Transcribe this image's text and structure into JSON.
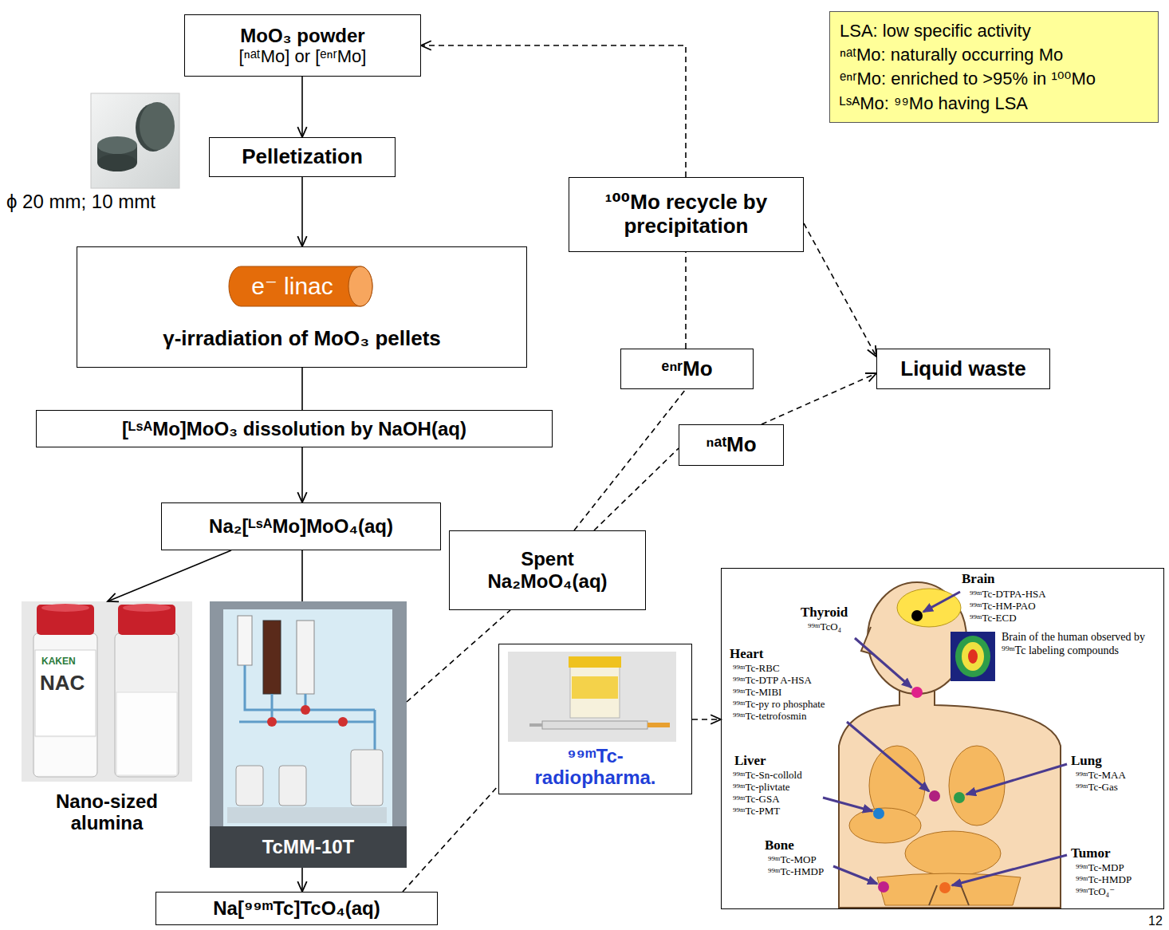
{
  "diagram": {
    "nodes": [
      {
        "text": [
          "MoO₃ powder",
          "[ⁿᵃᵗMo] or [ᵉⁿʳMo]"
        ]
      },
      {
        "text": [
          "Pelletization"
        ]
      },
      {
        "text": [
          "γ-irradiation of MoO₃ pellets"
        ]
      },
      {
        "text": [
          "e⁻ linac"
        ],
        "in": 2
      },
      {
        "text": [
          "[ᴸˢᴬMo]MoO₃ dissolution by NaOH(aq)"
        ]
      },
      {
        "text": [
          "Na₂[ᴸˢᴬMo]MoO₄(aq)"
        ]
      },
      {
        "text": [
          "Nano-sized alumina"
        ]
      },
      {
        "text": [
          "TcMM-10T"
        ]
      },
      {
        "text": [
          "Na[⁹⁹ᵐTc]TcO₄(aq)"
        ]
      },
      {
        "text": [
          "Spent Na₂MoO₄(aq)"
        ]
      },
      {
        "text": [
          "⁹⁹ᵐTc-radiopharma."
        ]
      },
      {
        "text": [
          "ᵉⁿʳMo"
        ]
      },
      {
        "text": [
          "ⁿᵃᵗMo"
        ]
      },
      {
        "text": [
          "¹⁰⁰Mo recycle by precipitation"
        ]
      },
      {
        "text": [
          "Liquid waste"
        ]
      },
      {
        "text": [
          "LSA: low specific activity",
          "ⁿᵃᵗMo: naturally occurring Mo",
          "ᵉⁿʳMo: enriched to >95% in ¹⁰⁰Mo",
          "ᴸˢᴬMo: ⁹⁹Mo having LSA"
        ]
      },
      {
        "text": [
          "Brain",
          "⁹⁹ᵐTc-DTPA-HSA",
          "⁹⁹ᵐTc-HM-PAO",
          "⁹⁹ᵐTc-ECD",
          "Thyroid",
          "⁹⁹ᵐTcO₄",
          "Heart",
          "⁹⁹ᵐTc-RBC",
          "⁹⁹ᵐTc-DTP A-HSA",
          "⁹⁹ᵐTc-MIBI",
          "⁹⁹ᵐTc-py ro phosphate",
          "⁹⁹ᵐTc-tetrofosmin",
          "Liver",
          "⁹⁹ᵐTc-Sn-collold",
          "⁹⁹ᵐTc-plivtate",
          "⁹⁹ᵐTc-GSA",
          "⁹⁹ᵐTc-PMT",
          "Bone",
          "⁹⁹ᵐTc-MOP",
          "⁹⁹ᵐTc-HMDP",
          "Lung",
          "⁹⁹ᵐTc-MAA",
          "⁹⁹ᵐTc-Gas",
          "Tumor",
          "⁹⁹ᵐTc-MDP",
          "⁹⁹ᵐTc-HMDP",
          "⁹⁹ᵐTcO₄⁻",
          "Brain of the human observed by ⁹⁹ᵐTc labeling compounds"
        ]
      }
    ],
    "edges": [
      {
        "from": 0,
        "to": 1,
        "arrow": "to"
      },
      {
        "from": 1,
        "to": 2,
        "arrow": "to"
      },
      {
        "from": 2,
        "to": 4,
        "arrow": "none"
      },
      {
        "from": 4,
        "to": 5,
        "arrow": "to"
      },
      {
        "from": 5,
        "to": 6,
        "arrow": "to"
      },
      {
        "from": 5,
        "to": 7,
        "arrow": "none"
      },
      {
        "from": 7,
        "to": 8,
        "arrow": "to"
      },
      {
        "from": 7,
        "to": 9,
        "arrow": "none"
      },
      {
        "from": 9,
        "to": 11,
        "arrow": "none"
      },
      {
        "from": 9,
        "to": 12,
        "arrow": "none"
      },
      {
        "from": 11,
        "to": 13,
        "arrow": "none"
      },
      {
        "from": 13,
        "to": 0,
        "arrow": "to"
      },
      {
        "from": 13,
        "to": 14,
        "arrow": "to"
      },
      {
        "from": 12,
        "to": 14,
        "arrow": "to"
      },
      {
        "from": 8,
        "to": 10,
        "arrow": "none"
      },
      {
        "from": 10,
        "to": 16,
        "arrow": "to"
      }
    ],
    "labels": [
      "ϕ 20 mm; 10 mmt",
      "KAKEN",
      "NAC",
      "12"
    ]
  }
}
